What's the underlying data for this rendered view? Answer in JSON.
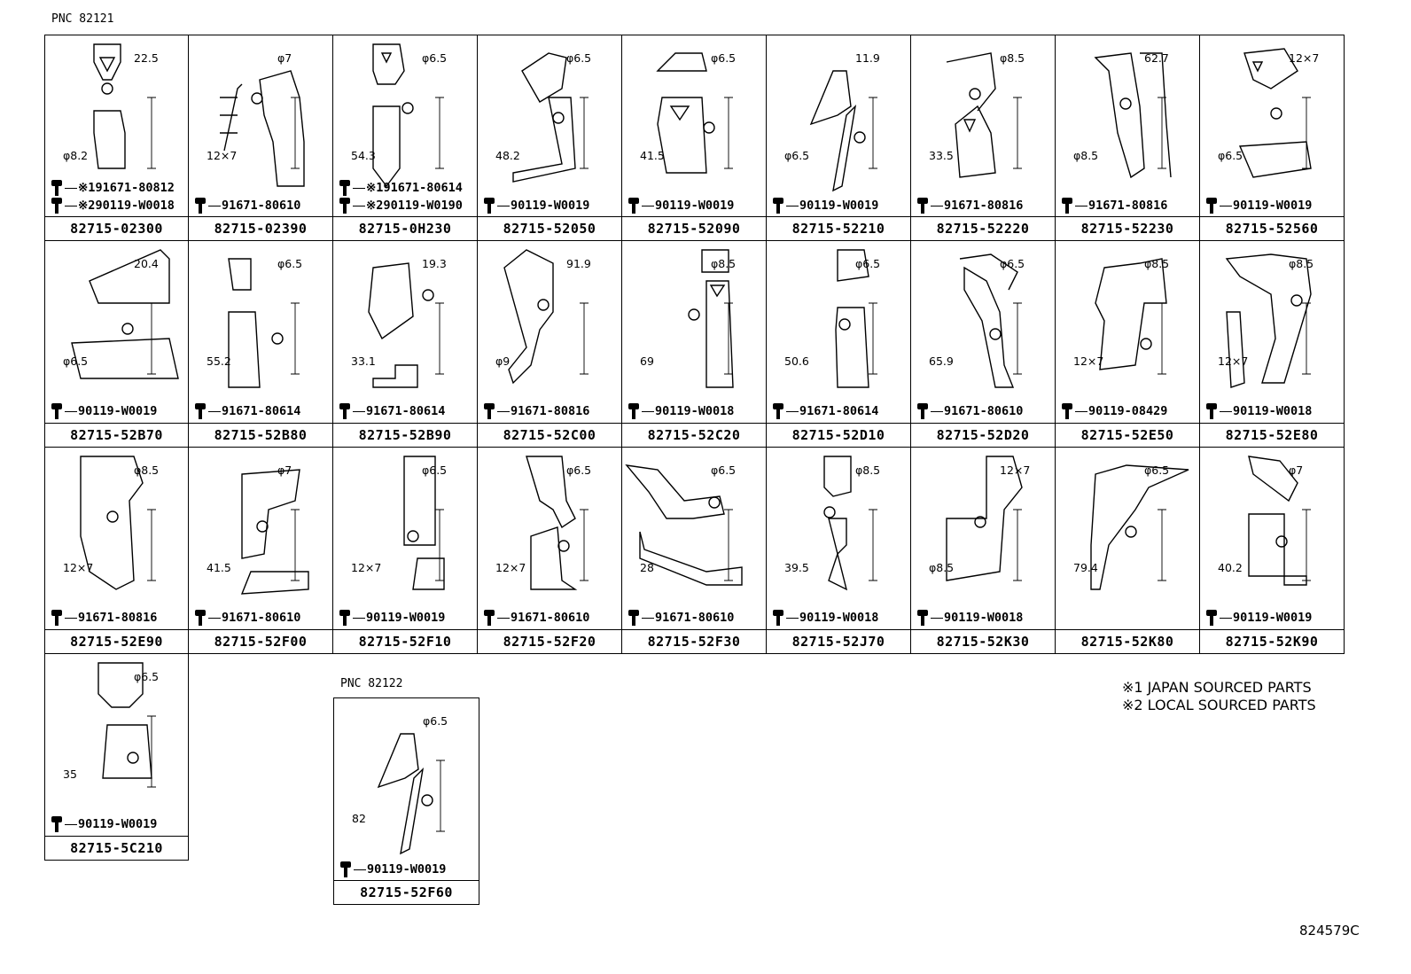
{
  "pnc_top": "PNC 82121",
  "pnc_bottom": "PNC 82122",
  "notes": [
    "※1 JAPAN SOURCED PARTS",
    "※2 LOCAL SOURCED PARTS"
  ],
  "diagram_code": "824579C",
  "cells": [
    {
      "part": "82715-02300",
      "bolts": [
        "※191671-80812",
        "※290119-W0018"
      ],
      "dims": [
        "22.5",
        "φ8.2"
      ]
    },
    {
      "part": "82715-02390",
      "bolts": [
        "91671-80610"
      ],
      "dims": [
        "φ7",
        "12×7"
      ]
    },
    {
      "part": "82715-0H230",
      "bolts": [
        "※191671-80614",
        "※290119-W0190"
      ],
      "dims": [
        "φ6.5",
        "54.3"
      ]
    },
    {
      "part": "82715-52050",
      "bolts": [
        "90119-W0019"
      ],
      "dims": [
        "φ6.5",
        "48.2"
      ]
    },
    {
      "part": "82715-52090",
      "bolts": [
        "90119-W0019"
      ],
      "dims": [
        "φ6.5",
        "41.5"
      ]
    },
    {
      "part": "82715-52210",
      "bolts": [
        "90119-W0019"
      ],
      "dims": [
        "11.9",
        "φ6.5"
      ]
    },
    {
      "part": "82715-52220",
      "bolts": [
        "91671-80816"
      ],
      "dims": [
        "φ8.5",
        "33.5"
      ]
    },
    {
      "part": "82715-52230",
      "bolts": [
        "91671-80816"
      ],
      "dims": [
        "62.7",
        "φ8.5"
      ]
    },
    {
      "part": "82715-52560",
      "bolts": [
        "90119-W0019"
      ],
      "dims": [
        "12×7",
        "φ6.5"
      ]
    },
    {
      "part": "82715-52B70",
      "bolts": [
        "90119-W0019"
      ],
      "dims": [
        "20.4",
        "φ6.5"
      ]
    },
    {
      "part": "82715-52B80",
      "bolts": [
        "91671-80614"
      ],
      "dims": [
        "φ6.5",
        "55.2"
      ]
    },
    {
      "part": "82715-52B90",
      "bolts": [
        "91671-80614"
      ],
      "dims": [
        "19.3",
        "33.1"
      ]
    },
    {
      "part": "82715-52C00",
      "bolts": [
        "91671-80816"
      ],
      "dims": [
        "91.9",
        "φ9"
      ]
    },
    {
      "part": "82715-52C20",
      "bolts": [
        "90119-W0018"
      ],
      "dims": [
        "φ8.5",
        "69"
      ]
    },
    {
      "part": "82715-52D10",
      "bolts": [
        "91671-80614"
      ],
      "dims": [
        "φ6.5",
        "50.6"
      ]
    },
    {
      "part": "82715-52D20",
      "bolts": [
        "91671-80610"
      ],
      "dims": [
        "φ6.5",
        "65.9"
      ]
    },
    {
      "part": "82715-52E50",
      "bolts": [
        "90119-08429"
      ],
      "dims": [
        "φ8.5",
        "12×7"
      ]
    },
    {
      "part": "82715-52E80",
      "bolts": [
        "90119-W0018"
      ],
      "dims": [
        "φ8.5",
        "12×7"
      ]
    },
    {
      "part": "82715-52E90",
      "bolts": [
        "91671-80816"
      ],
      "dims": [
        "φ8.5",
        "12×7"
      ]
    },
    {
      "part": "82715-52F00",
      "bolts": [
        "91671-80610"
      ],
      "dims": [
        "φ7",
        "41.5"
      ]
    },
    {
      "part": "82715-52F10",
      "bolts": [
        "90119-W0019"
      ],
      "dims": [
        "φ6.5",
        "12×7"
      ]
    },
    {
      "part": "82715-52F20",
      "bolts": [
        "91671-80610"
      ],
      "dims": [
        "φ6.5",
        "12×7"
      ]
    },
    {
      "part": "82715-52F30",
      "bolts": [
        "91671-80610"
      ],
      "dims": [
        "φ6.5",
        "28"
      ]
    },
    {
      "part": "82715-52J70",
      "bolts": [
        "90119-W0018"
      ],
      "dims": [
        "φ8.5",
        "39.5"
      ]
    },
    {
      "part": "82715-52K30",
      "bolts": [
        "90119-W0018"
      ],
      "dims": [
        "12×7",
        "φ8.5"
      ]
    },
    {
      "part": "82715-52K80",
      "bolts": [],
      "dims": [
        "φ6.5",
        "79.4"
      ]
    },
    {
      "part": "82715-52K90",
      "bolts": [
        "90119-W0019"
      ],
      "dims": [
        "φ7",
        "40.2"
      ]
    },
    {
      "part": "82715-5C210",
      "bolts": [
        "90119-W0019"
      ],
      "dims": [
        "φ6.5",
        "35"
      ]
    }
  ],
  "cell_bottom": {
    "part": "82715-52F60",
    "bolts": [
      "90119-W0019"
    ],
    "dims": [
      "φ6.5",
      "82"
    ]
  }
}
